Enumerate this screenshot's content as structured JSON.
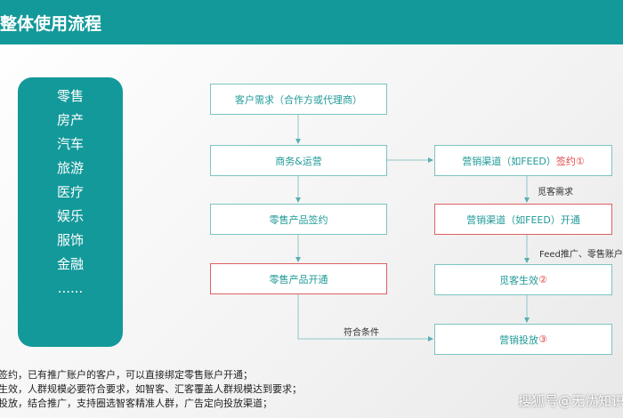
{
  "header": {
    "title": "整体使用流程"
  },
  "industries": [
    "零售",
    "房产",
    "汽车",
    "旅游",
    "医疗",
    "娱乐",
    "服饰",
    "金融",
    "......"
  ],
  "flow": {
    "left": [
      "客户需求（合作方或代理商）",
      "商务&运营",
      "零售产品签约",
      "零售产品开通"
    ],
    "right": [
      {
        "text": "营销渠道（如FEED）",
        "suffix": "签约①"
      },
      {
        "text": "营销渠道（如FEED）开通",
        "suffix": ""
      },
      {
        "text": "觅客生效",
        "suffix": "②"
      },
      {
        "text": "营销投放",
        "suffix": "③"
      }
    ],
    "labels": {
      "demand": "觅客需求",
      "feed": "Feed推广、零售账户",
      "condition": "符合条件"
    }
  },
  "notes": [
    "签约，已有推广账户的客户，可以直接绑定零售账户开通；",
    "生效，人群规模必要符合要求，如智客、汇客覆盖人群规模达到要求；",
    "投放，结合推广，支持圈选智客精准人群，广告定向投放渠道；"
  ],
  "watermark": "搜狐号@无忧知识",
  "colors": {
    "teal": "#14999a",
    "red": "#e04848"
  }
}
